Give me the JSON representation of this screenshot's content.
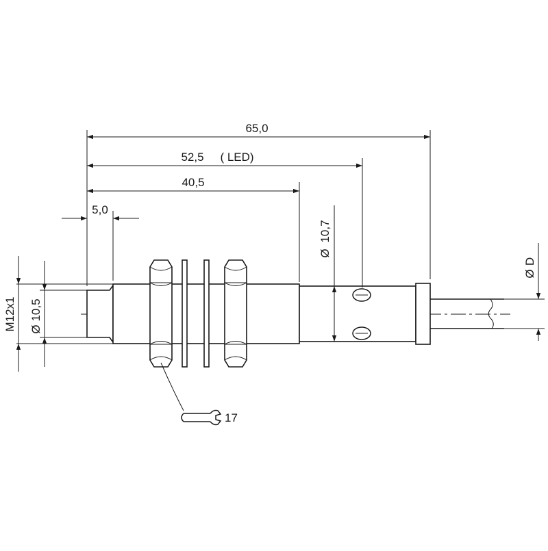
{
  "dimensions": {
    "overall_length": "65,0",
    "led_position": "52,5",
    "led_label": "( LED)",
    "thread_length": "40,5",
    "sensing_face": "5,0",
    "tube_diameter": "10,7",
    "face_diameter": "10,5",
    "thread": "M12x1",
    "cable_diameter": "D",
    "diameter_symbol": "Ø",
    "wrench_size": "17"
  },
  "icons": {
    "wrench": "open-end-wrench-icon"
  },
  "colors": {
    "line": "#1a1a1a",
    "background": "#ffffff"
  }
}
